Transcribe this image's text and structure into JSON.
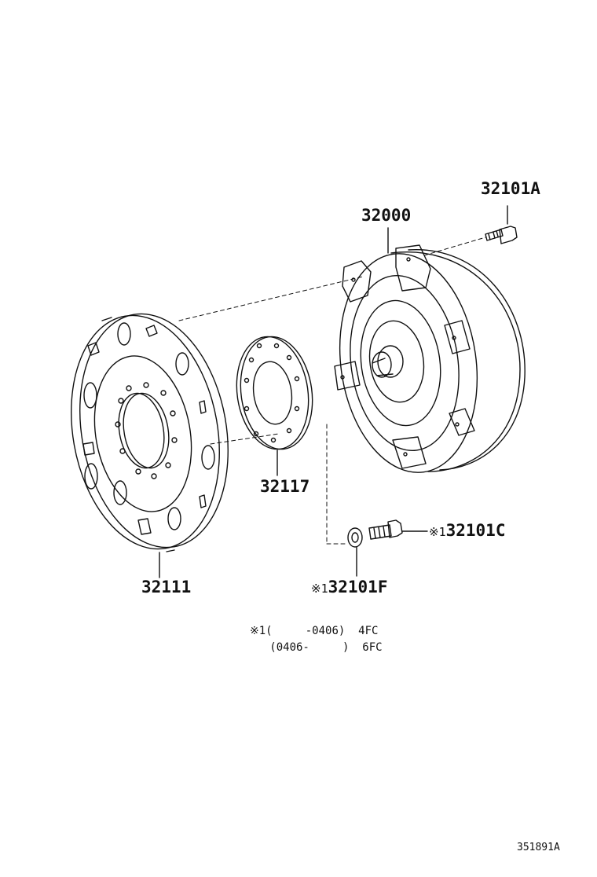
{
  "parts": {
    "p32101A": "32101A",
    "p32000": "32000",
    "p32117": "32117",
    "p32111": "32111",
    "p32101C": "32101C",
    "p32101F": "32101F"
  },
  "marks": {
    "ref1_c": "※1",
    "ref1_f": "※1"
  },
  "notes": {
    "line1": "※1(     -0406)  4FC",
    "line2": "   (0406-     )  6FC"
  },
  "diagram_id": "351891A",
  "colors": {
    "ink": "#111111",
    "background": "#ffffff"
  }
}
